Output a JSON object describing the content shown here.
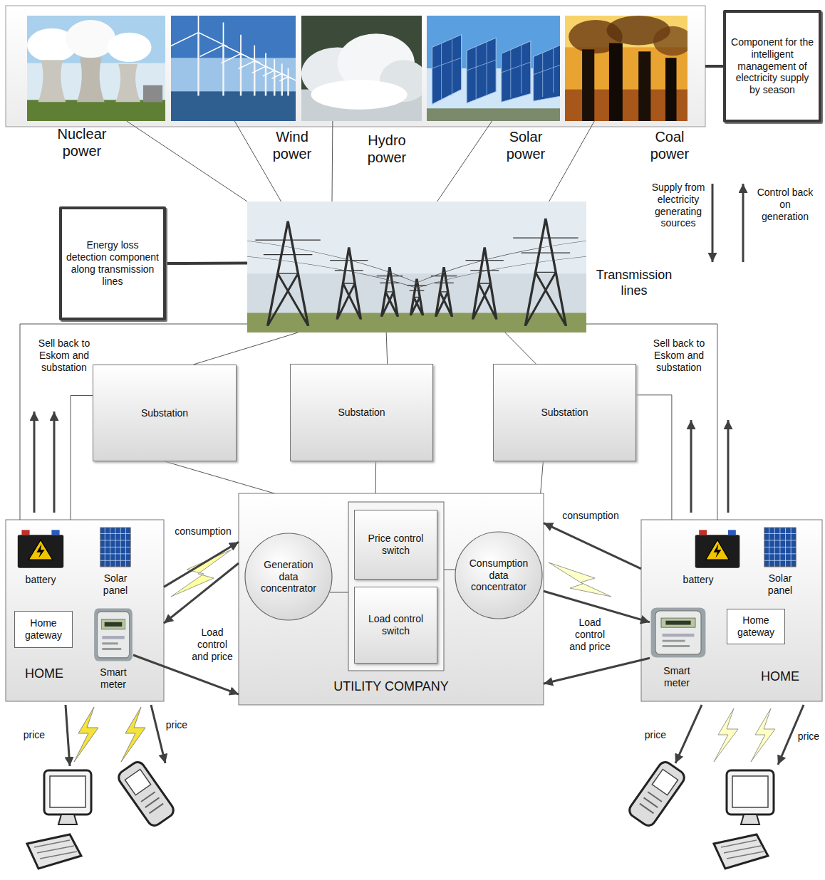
{
  "diagram": {
    "nodes": [
      {
        "text": [
          "Nuclear power"
        ]
      },
      {
        "text": [
          "Wind power"
        ]
      },
      {
        "text": [
          "Hydro power"
        ]
      },
      {
        "text": [
          "Solar power"
        ]
      },
      {
        "text": [
          "Coal power"
        ]
      },
      {
        "text": [
          "Component for the intelligent management of electricity supply by season"
        ]
      },
      {
        "text": [
          "Energy loss detection component along transmission lines"
        ]
      },
      {
        "text": [
          "Transmission lines"
        ]
      },
      {
        "text": [
          "Substation"
        ]
      },
      {
        "text": [
          "Substation"
        ]
      },
      {
        "text": [
          "Substation"
        ]
      },
      {
        "text": [
          "HOME"
        ]
      },
      {
        "text": [
          "battery"
        ],
        "in": 11
      },
      {
        "text": [
          "Solar panel"
        ],
        "in": 11
      },
      {
        "text": [
          "Home gateway"
        ],
        "in": 11
      },
      {
        "text": [
          "Smart meter"
        ],
        "in": 11
      },
      {
        "text": [
          "UTILITY COMPANY"
        ]
      },
      {
        "text": [
          "Generation data concentrator"
        ],
        "in": 16
      },
      {
        "text": [
          "Price control switch"
        ],
        "in": 16
      },
      {
        "text": [
          "Load control switch"
        ],
        "in": 16
      },
      {
        "text": [
          "Consumption data concentrator"
        ],
        "in": 16
      },
      {
        "text": [
          "HOME"
        ]
      },
      {
        "text": [
          "battery"
        ],
        "in": 21
      },
      {
        "text": [
          "Solar panel"
        ],
        "in": 21
      },
      {
        "text": [
          "Smart meter"
        ],
        "in": 21
      },
      {
        "text": [
          "Home gateway"
        ],
        "in": 21
      }
    ],
    "edges": [
      {
        "from": 0,
        "to": 7,
        "arrow": "none"
      },
      {
        "from": 1,
        "to": 7,
        "arrow": "none"
      },
      {
        "from": 2,
        "to": 7,
        "arrow": "none"
      },
      {
        "from": 3,
        "to": 7,
        "arrow": "none"
      },
      {
        "from": 4,
        "to": 7,
        "arrow": "none"
      },
      {
        "from": 6,
        "to": 7,
        "arrow": "none"
      },
      {
        "from": 7,
        "to": 8,
        "arrow": "none"
      },
      {
        "from": 7,
        "to": 9,
        "arrow": "none"
      },
      {
        "from": 7,
        "to": 10,
        "arrow": "none"
      },
      {
        "from": 8,
        "to": 16,
        "arrow": "none"
      },
      {
        "from": 9,
        "to": 16,
        "arrow": "none"
      },
      {
        "from": 10,
        "to": 16,
        "arrow": "none"
      },
      {
        "from": 11,
        "to": 7,
        "arrow": "none"
      },
      {
        "from": 11,
        "to": 8,
        "arrow": "none"
      },
      {
        "from": 21,
        "to": 7,
        "arrow": "none"
      },
      {
        "from": 21,
        "to": 10,
        "arrow": "none"
      },
      {
        "from": 11,
        "to": 16,
        "label": "consumption",
        "arrow": "to"
      },
      {
        "from": 16,
        "to": 11,
        "label": "Load control and price",
        "arrow": "to"
      },
      {
        "from": 15,
        "to": 16,
        "arrow": "to"
      },
      {
        "from": 21,
        "to": 16,
        "label": "consumption",
        "arrow": "to"
      },
      {
        "from": 20,
        "to": 24,
        "label": "Load control and price",
        "arrow": "to"
      },
      {
        "from": 24,
        "to": 16,
        "arrow": "to"
      }
    ],
    "labels": [
      "Supply from electricity generating sources",
      "Control back on generation",
      "Sell back to Eskom and substation",
      "Sell back to Eskom and substation",
      "price",
      "price",
      "price",
      "price"
    ]
  }
}
